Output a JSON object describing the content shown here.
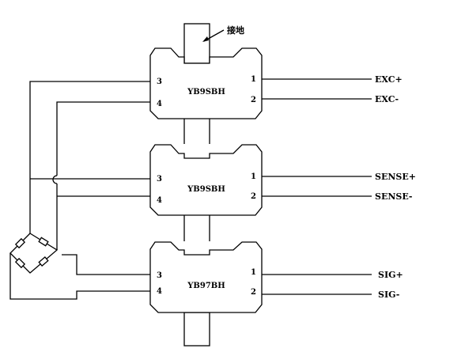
{
  "annotation": "接地",
  "modules": [
    {
      "model": "YB9SBH",
      "pin_left_top": "3",
      "pin_left_bottom": "4",
      "pin_right_top": "1",
      "pin_right_bottom": "2",
      "out_top": "EXC+",
      "out_bottom": "EXC-"
    },
    {
      "model": "YB9SBH",
      "pin_left_top": "3",
      "pin_left_bottom": "4",
      "pin_right_top": "1",
      "pin_right_bottom": "2",
      "out_top": "SENSE+",
      "out_bottom": "SENSE-"
    },
    {
      "model": "YB97BH",
      "pin_left_top": "3",
      "pin_left_bottom": "4",
      "pin_right_top": "1",
      "pin_right_bottom": "2",
      "out_top": "SIG+",
      "out_bottom": "SIG-"
    }
  ]
}
